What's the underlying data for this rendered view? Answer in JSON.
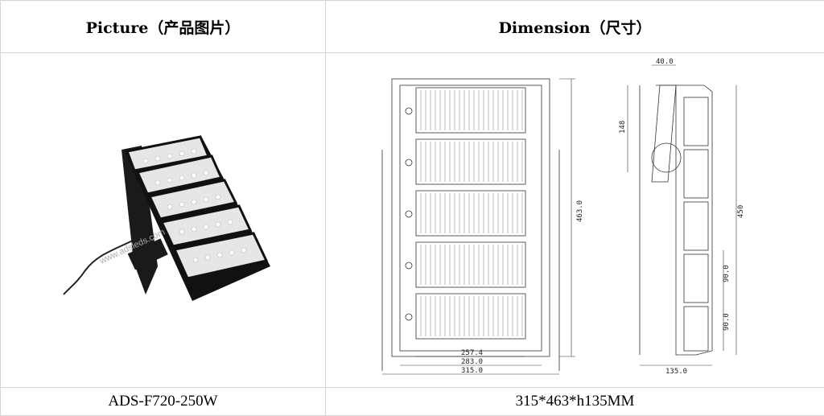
{
  "headers": {
    "picture": "Picture（产品图片）",
    "dimension": "Dimension（尺寸）"
  },
  "product": {
    "model": "ADS-F720-250W",
    "size": "315*463*h135MM",
    "watermark": "www.adsleds.com",
    "module_count": 5
  },
  "dimensions": {
    "front_widths": [
      "257.4",
      "283.0",
      "315.0"
    ],
    "front_height": "463.0",
    "side_top": "40.0",
    "side_148": "148",
    "side_450": "450",
    "side_90_a": "90.0",
    "side_90_b": "90.0",
    "side_depth": "135.0"
  },
  "colors": {
    "border": "#d4d4d4",
    "lamp_body": "#1a1a1a",
    "led_panel": "#e9e9e9",
    "drawing_line": "#333333"
  }
}
